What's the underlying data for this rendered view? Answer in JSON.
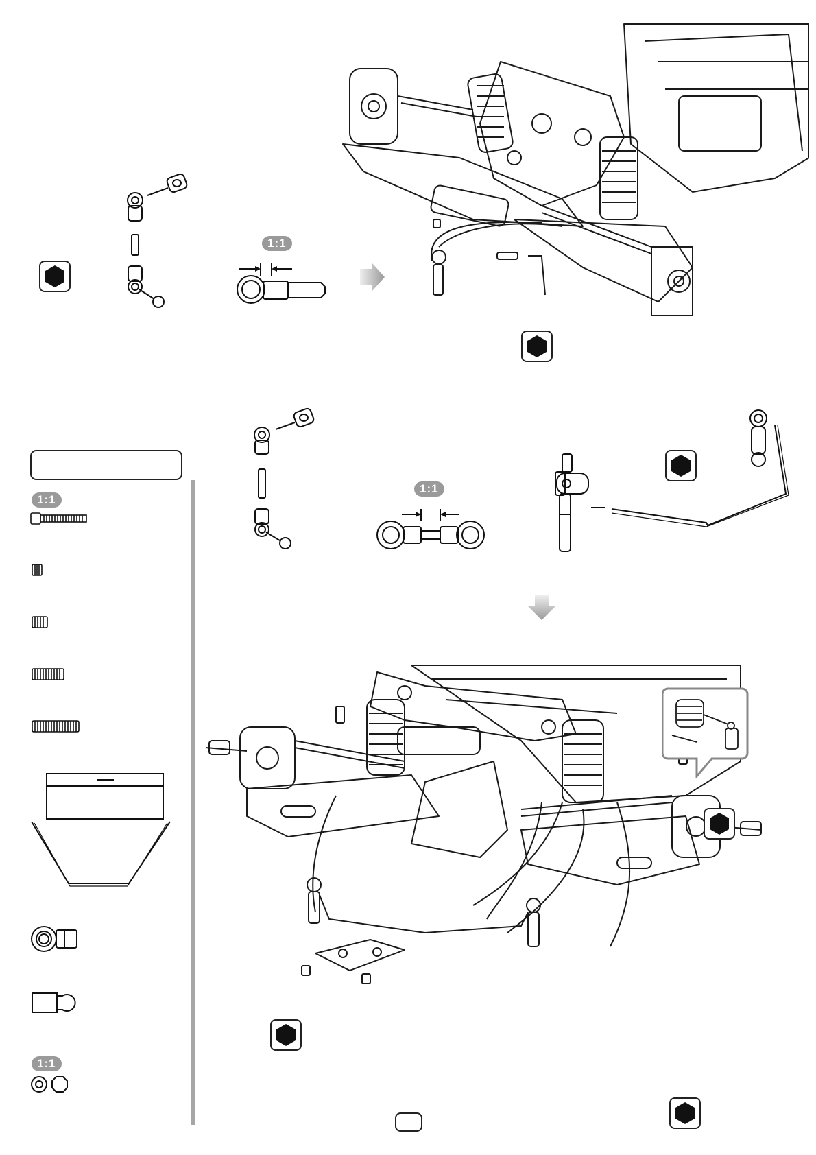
{
  "steps": [
    {
      "id": "rear-steering-link",
      "scale_label": "1:1"
    },
    {
      "id": "front-steering-link",
      "scale_label": "1:1"
    }
  ],
  "parts_list": {
    "scale_labels": [
      "1:1",
      "1:1"
    ],
    "items": [
      {
        "icon": "cap-screw-icon"
      },
      {
        "icon": "set-screw-short-icon"
      },
      {
        "icon": "set-screw-medium-icon"
      },
      {
        "icon": "set-screw-long-icon"
      },
      {
        "icon": "set-screw-xlong-icon"
      },
      {
        "icon": "shim-box-icon"
      },
      {
        "icon": "pillow-ball-end-icon"
      },
      {
        "icon": "ball-stud-icon"
      },
      {
        "icon": "washer-nut-icon"
      }
    ]
  },
  "colors": {
    "line": "#1a1a1a",
    "badge": "#9a9a9a",
    "arrow": "#b0b0b0",
    "rule": "#a6a6a6"
  }
}
